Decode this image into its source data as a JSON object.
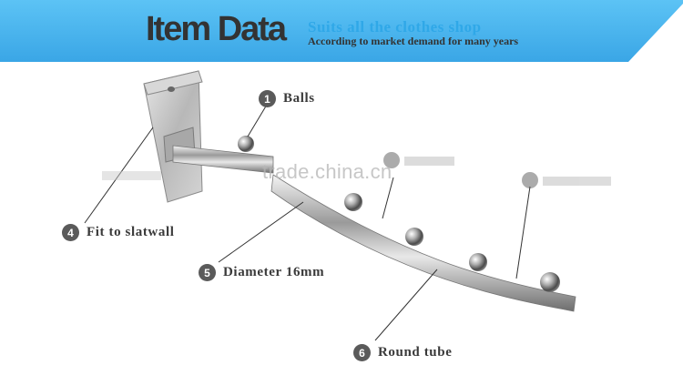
{
  "header": {
    "title": "Item Data",
    "subtitle": "Suits all the clothes shop",
    "tagline": "According to market demand for many years",
    "banner_color": "#4db8f0",
    "subtitle_color": "#2fa8e8"
  },
  "callouts": [
    {
      "number": "1",
      "label": "Balls"
    },
    {
      "number": "4",
      "label": "Fit to slatwall"
    },
    {
      "number": "5",
      "label": "Diameter 16mm"
    },
    {
      "number": "6",
      "label": "Round tube"
    }
  ],
  "watermark": "trade.china.cn"
}
